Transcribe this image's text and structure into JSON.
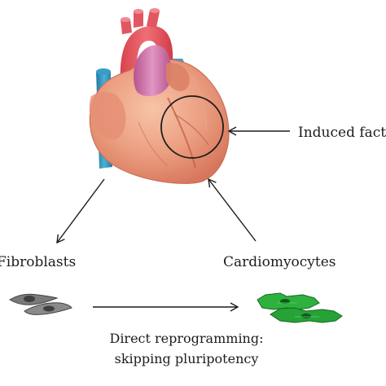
{
  "labels": {
    "induced_factors": "Induced factors",
    "fibroblasts": "Fibroblasts",
    "cardiomyocytes": "Cardiomyocytes",
    "caption_line1": "Direct reprogramming:",
    "caption_line2": "skipping pluripotency"
  },
  "colors": {
    "heart_muscle": "#e99f83",
    "aorta": "#e2545d",
    "pulmonary_artery": "#c76aa3",
    "vena_cava": "#2f8fb8",
    "fibroblast": "#6f6f6f",
    "cardiomyocyte": "#2aa83a",
    "arrow": "#1c1c1c"
  }
}
